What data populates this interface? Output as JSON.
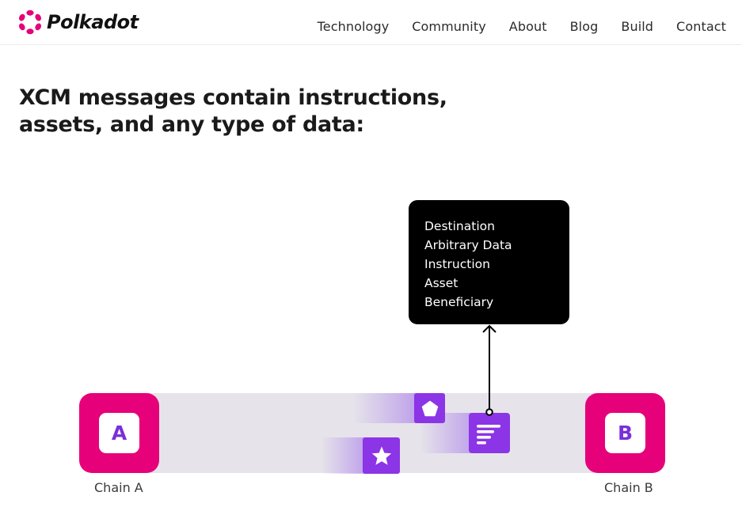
{
  "brand": {
    "name": "Polkadot",
    "logo_icon": "polkadot-logo-icon",
    "color": "#e6007a"
  },
  "nav": {
    "items": [
      "Technology",
      "Community",
      "About",
      "Blog",
      "Build",
      "Contact"
    ]
  },
  "headline": "XCM messages contain instructions, assets, and any type of data:",
  "diagram": {
    "message_fields": [
      "Destination",
      "Arbitrary Data",
      "Instruction",
      "Asset",
      "Beneficiary"
    ],
    "chain_a": {
      "letter": "A",
      "label": "Chain A"
    },
    "chain_b": {
      "letter": "B",
      "label": "Chain B"
    },
    "tokens": [
      "pentagon-icon",
      "star-icon",
      "message-icon"
    ],
    "colors": {
      "chain": "#e6007a",
      "token": "#8b35e6",
      "track": "#e6e4ea",
      "tooltip_bg": "#000000"
    }
  }
}
